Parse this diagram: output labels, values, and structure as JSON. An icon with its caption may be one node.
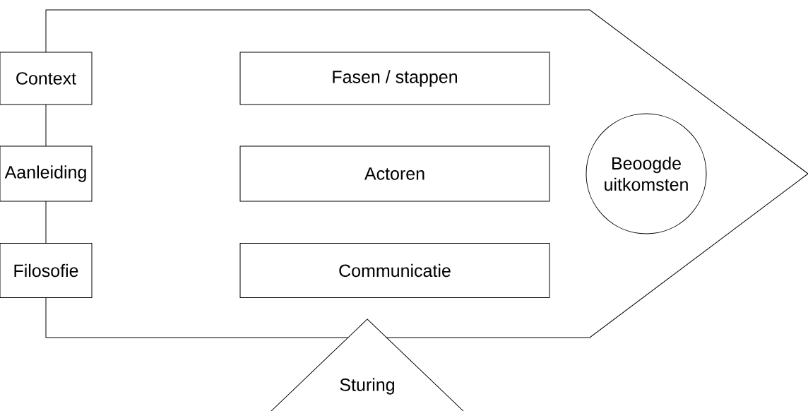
{
  "diagram": {
    "nodes": [
      {
        "text": [],
        "shape": "arrow"
      },
      {
        "text": [
          "Context"
        ]
      },
      {
        "text": [
          "Fasen / stappen"
        ],
        "in": 0
      },
      {
        "text": [
          "Aanleiding"
        ]
      },
      {
        "text": [
          "Actoren"
        ],
        "in": 0
      },
      {
        "text": [
          "Filosofie"
        ]
      },
      {
        "text": [
          "Communicatie"
        ],
        "in": 0
      },
      {
        "text": [
          "Beoogde uitkomsten"
        ],
        "in": 0
      },
      {
        "text": [
          "Sturing"
        ]
      }
    ]
  }
}
